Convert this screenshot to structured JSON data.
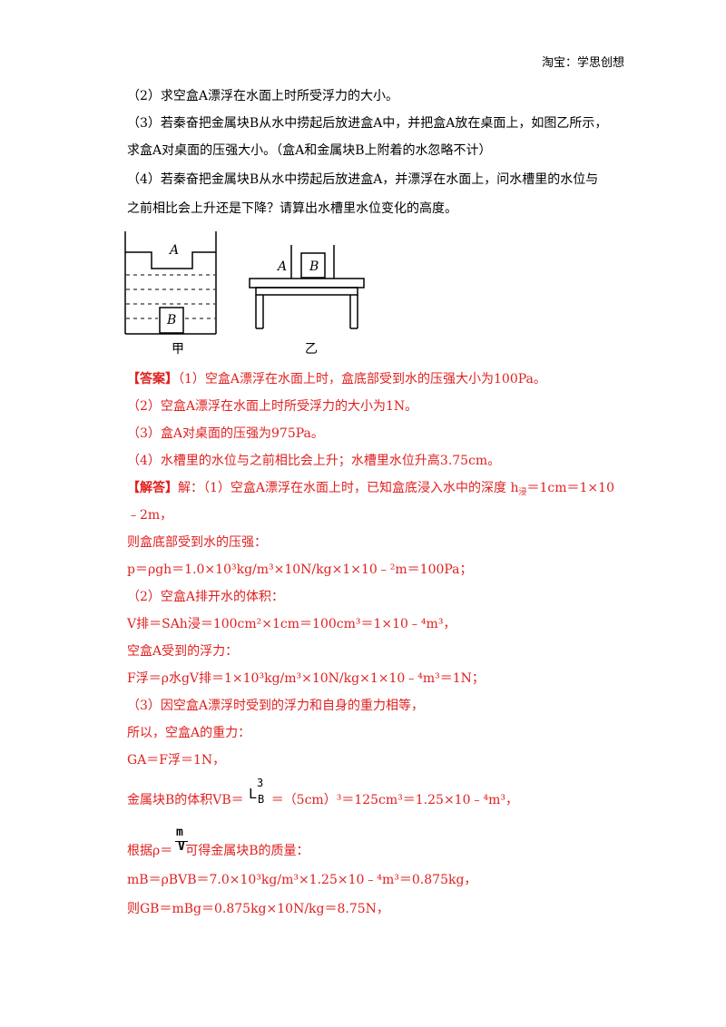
{
  "header": {
    "text": "淘宝：学思创想"
  },
  "questions": {
    "q2": "（2）求空盒A漂浮在水面上时所受浮力的大小。",
    "q3a": "（3）若秦奋把金属块B从水中捞起后放进盒A中，并把盒A放在桌面上，如图乙所示，",
    "q3b": "求盒A对桌面的压强大小。（盒A和金属块B上附着的水忽略不计）",
    "q4a": "（4）若秦奋把金属块B从水中捞起后放进盒A，并漂浮在水面上，问水槽里的水位与",
    "q4b": "之前相比会上升还是下降？请算出水槽里水位变化的高度。"
  },
  "figure": {
    "label_jia": "甲",
    "label_yi": "乙",
    "box_a": "A",
    "block_b": "B"
  },
  "answer": {
    "tag": "【答案】",
    "a1": "（1）空盒A漂浮在水面上时，盒底部受到水的压强大小为100Pa。",
    "a2": "（2）空盒A漂浮在水面上时所受浮力的大小为1N。",
    "a3": "（3）盒A对桌面的压强为975Pa。",
    "a4": "（4）水槽里的水位与之前相比会上升；水槽里水位升高3.75cm。"
  },
  "solution": {
    "tag": "【解答】",
    "s1_pre": "解：（1）空盒A漂浮在水面上时，已知盒底浸入水中的深度 h",
    "s1_sub": "浸",
    "s1_post": "＝1cm＝1×10",
    "s1_cont": "﹣2m，",
    "s2": "则盒底部受到水的压强：",
    "s3": "p＝ρgh＝1.0×10³kg/m³×10N/kg×1×10﹣²m＝100Pa；",
    "s4": "（2）空盒A排开水的体积：",
    "s5": "V排＝SAh浸＝100cm²×1cm＝100cm³＝1×10﹣⁴m³，",
    "s6": "空盒A受到的浮力：",
    "s7": "F浮＝ρ水gV排＝1×10³kg/m³×10N/kg×1×10﹣⁴m³＝1N；",
    "s8": "（3）因空盒A漂浮时受到的浮力和自身的重力相等，",
    "s9": "所以，空盒A的重力：",
    "s10": "GA＝F浮＝1N，",
    "s11_pre": "金属块B的体积VB＝",
    "s11_post": "＝（5cm）³＝125cm³＝1.25×10﹣⁴m³，",
    "s11_L": "L",
    "s11_exp": "3",
    "s11_sub": "B",
    "s12_pre": "根据ρ＝",
    "s12_post": "可得金属块B的质量：",
    "s12_num": "m",
    "s12_den": "V",
    "s13": "mB＝ρBVB＝7.0×10³kg/m³×1.25×10﹣⁴m³＝0.875kg，",
    "s14": "则GB＝mBg＝0.875kg×10N/kg＝8.75N，"
  }
}
